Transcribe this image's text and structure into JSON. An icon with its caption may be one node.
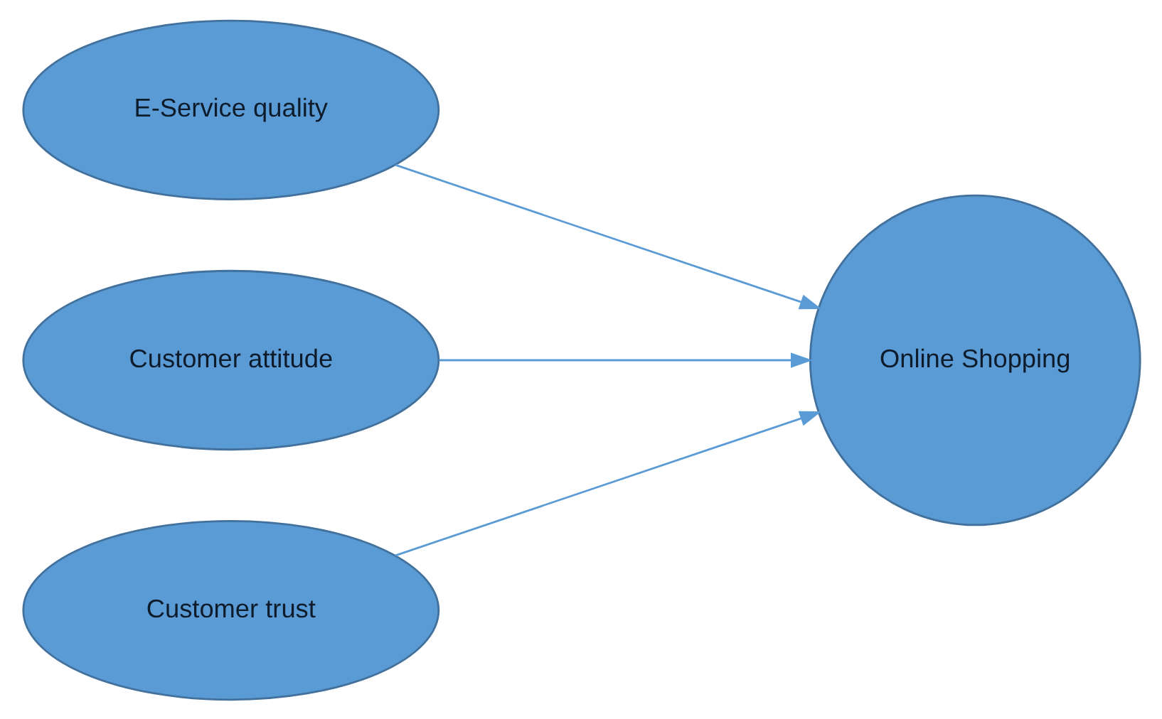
{
  "diagram": {
    "nodes": [
      {
        "text": [
          "E-Service quality"
        ]
      },
      {
        "text": [
          "Customer attitude"
        ]
      },
      {
        "text": [
          "Customer trust"
        ]
      },
      {
        "text": [
          "Online Shopping"
        ]
      }
    ],
    "edges": [
      {
        "from": 0,
        "to": 3,
        "arrow": "to"
      },
      {
        "from": 1,
        "to": 3,
        "arrow": "to"
      },
      {
        "from": 2,
        "to": 3,
        "arrow": "to"
      }
    ]
  }
}
